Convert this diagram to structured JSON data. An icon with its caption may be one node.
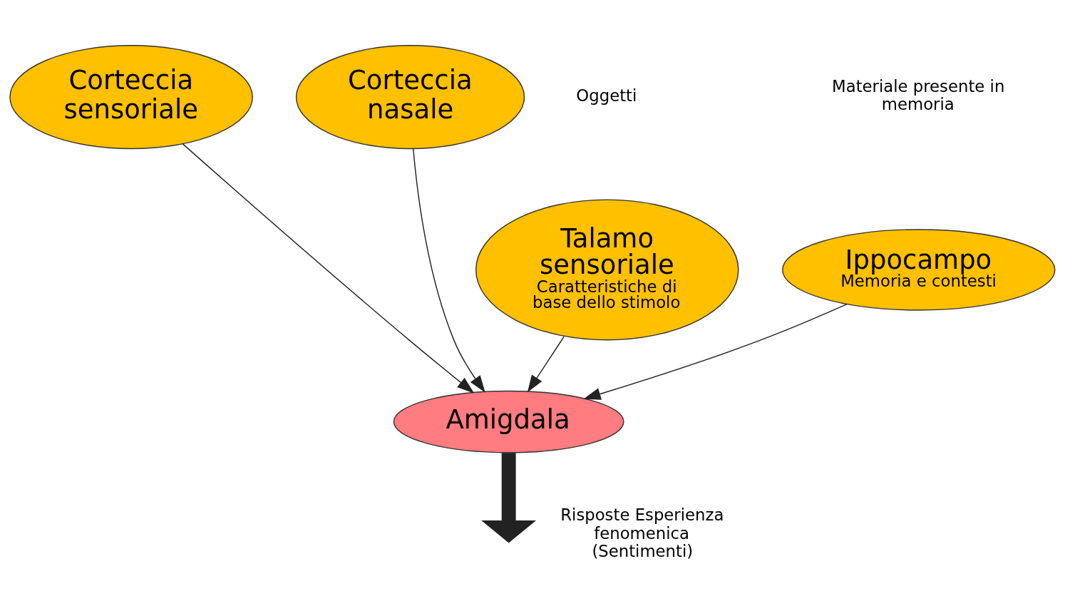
{
  "diagram": {
    "nodes": [
      {
        "text": [
          "Corteccia sensoriale"
        ]
      },
      {
        "text": [
          "Corteccia nasale"
        ]
      },
      {
        "text": [
          "Talamo sensoriale",
          "Caratteristiche di base dello stimolo"
        ]
      },
      {
        "text": [
          "Ippocampo",
          "Memoria e contesti"
        ]
      },
      {
        "text": [
          "Amigdala"
        ]
      }
    ],
    "edges": [
      {
        "from": 0,
        "to": 4,
        "arrow": "to"
      },
      {
        "from": 1,
        "to": 4,
        "arrow": "to"
      },
      {
        "from": 2,
        "to": 4,
        "arrow": "to"
      },
      {
        "from": 3,
        "to": 4,
        "arrow": "to"
      },
      {
        "from": 4,
        "to": null,
        "arrow": "to",
        "style": "thick"
      }
    ],
    "labels": [
      "Oggetti",
      "Materiale presente in memoria",
      "Risposte Esperienza fenomenica (Sentimenti)"
    ]
  }
}
